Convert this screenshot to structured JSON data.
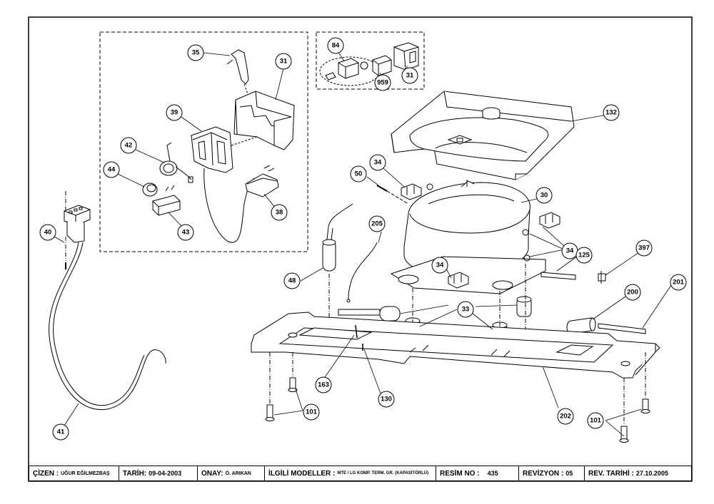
{
  "callouts": [
    {
      "id": "c35",
      "label": "35"
    },
    {
      "id": "c31a",
      "label": "31"
    },
    {
      "id": "c84",
      "label": "84"
    },
    {
      "id": "c959",
      "label": "959"
    },
    {
      "id": "c31b",
      "label": "31"
    },
    {
      "id": "c39",
      "label": "39"
    },
    {
      "id": "c42",
      "label": "42"
    },
    {
      "id": "c44",
      "label": "44"
    },
    {
      "id": "c43",
      "label": "43"
    },
    {
      "id": "c38",
      "label": "38"
    },
    {
      "id": "c40",
      "label": "40"
    },
    {
      "id": "c41",
      "label": "41"
    },
    {
      "id": "c132",
      "label": "132"
    },
    {
      "id": "c34a",
      "label": "34"
    },
    {
      "id": "c50",
      "label": "50"
    },
    {
      "id": "c30",
      "label": "30"
    },
    {
      "id": "c34b",
      "label": "34"
    },
    {
      "id": "c205",
      "label": "205"
    },
    {
      "id": "c48",
      "label": "48"
    },
    {
      "id": "c34c",
      "label": "34"
    },
    {
      "id": "c125",
      "label": "125"
    },
    {
      "id": "c397",
      "label": "397"
    },
    {
      "id": "c200",
      "label": "200"
    },
    {
      "id": "c201",
      "label": "201"
    },
    {
      "id": "c33",
      "label": "33"
    },
    {
      "id": "c163",
      "label": "163"
    },
    {
      "id": "c130",
      "label": "130"
    },
    {
      "id": "c202",
      "label": "202"
    },
    {
      "id": "c101a",
      "label": "101"
    },
    {
      "id": "c101b",
      "label": "101"
    }
  ],
  "title_block": {
    "cizen_label": "ÇİZEN :",
    "cizen_value": "UĞUR EĞİLMEZBAŞ",
    "tarih_label": "TARİH:",
    "tarih_value": "09-04-2003",
    "onay_label": "ONAY:",
    "onay_value": "Ö. ARIKAN",
    "modeller_label": "İLGİLİ MODELLER :",
    "modeller_value": "MTE / LG KOMP. TERM. GR. (KAPASİTÖRLÜ)",
    "resim_label": "RESİM NO :",
    "resim_value": "435",
    "revizyon_label": "REVİZYON :",
    "revizyon_value": "05",
    "rev_tarihi_label": "REV. TARİHİ :",
    "rev_tarihi_value": "27.10.2005"
  }
}
